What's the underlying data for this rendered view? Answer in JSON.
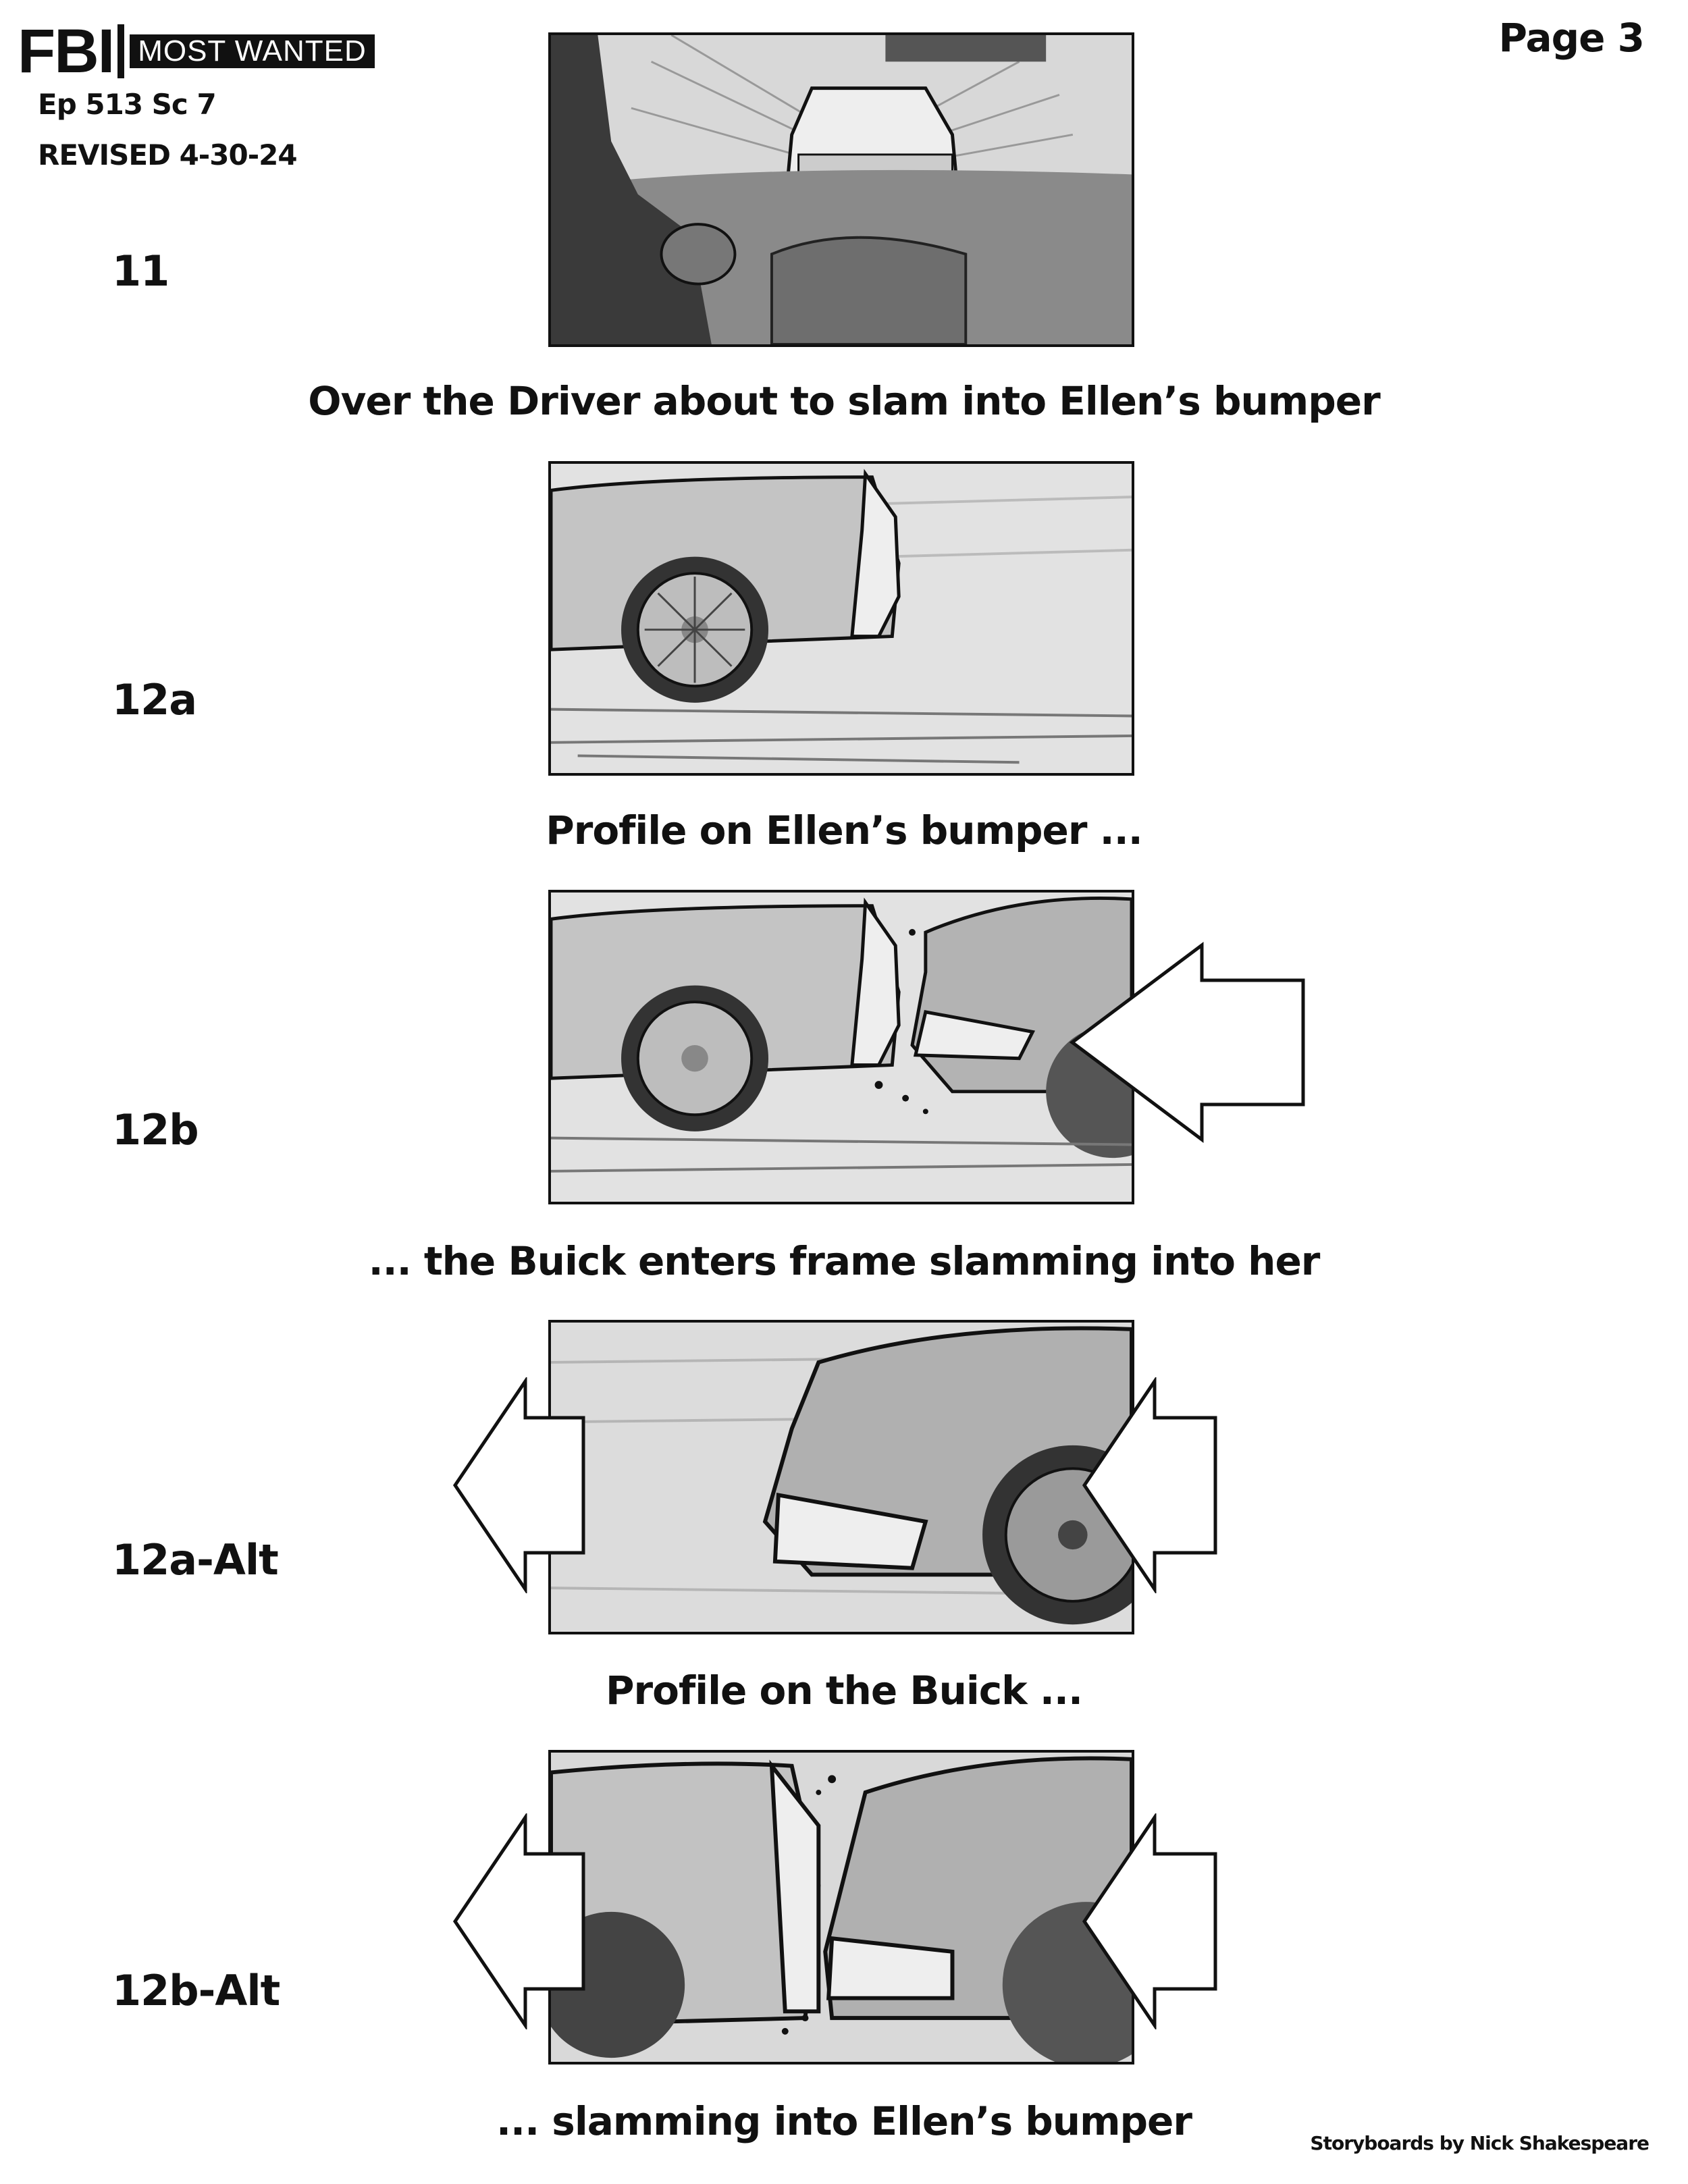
{
  "header": {
    "logo_fbi": "FBI",
    "logo_subtitle": "MOST WANTED",
    "episode": "Ep 513 Sc 7",
    "revised": "REVISED 4-30-24",
    "page": "Page 3"
  },
  "panels": [
    {
      "number": "11",
      "caption": "Over the Driver about to slam into Ellen’s bumper"
    },
    {
      "number": "12a",
      "caption": "Profile on Ellen’s bumper ..."
    },
    {
      "number": "12b",
      "caption": "... the Buick enters frame slamming into her"
    },
    {
      "number": "12a-Alt",
      "caption": "Profile on the Buick ..."
    },
    {
      "number": "12b-Alt",
      "caption": "... slamming into Ellen’s bumper"
    }
  ],
  "footer": {
    "credit": "Storyboards by Nick Shakespeare"
  },
  "colors": {
    "ink": "#111111",
    "paper": "#ffffff",
    "panel_gray": "#cfcfcf"
  }
}
